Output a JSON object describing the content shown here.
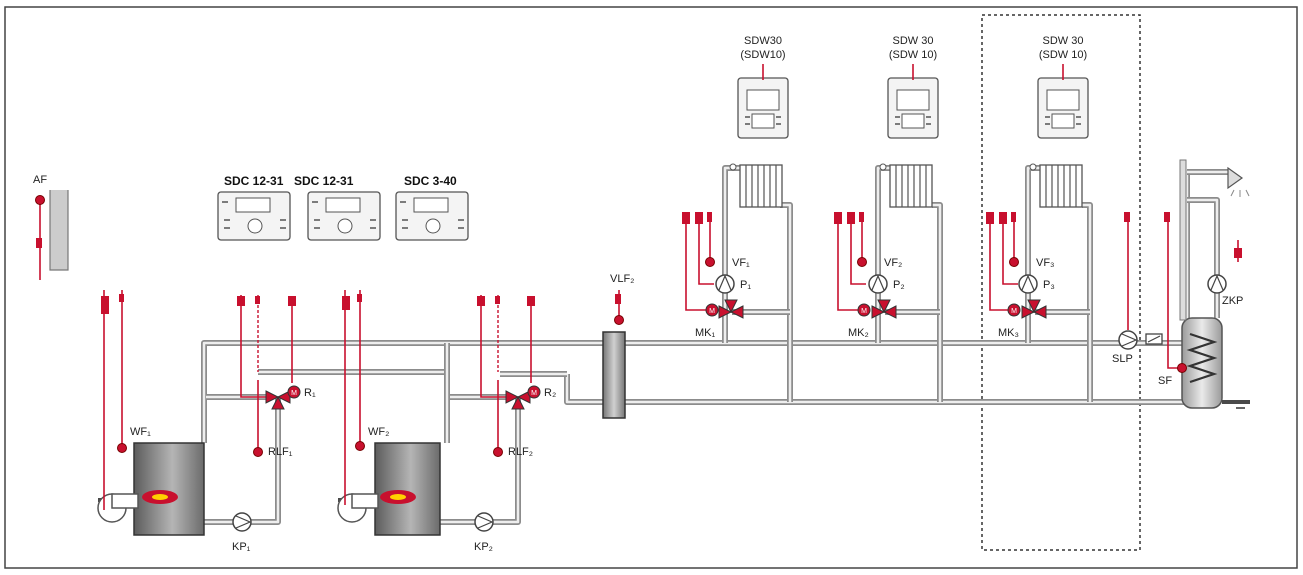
{
  "controllers": {
    "boiler_1": "SDC 12-31",
    "boiler_2": "SDC 12-31",
    "main": "SDC 3-40"
  },
  "room_units": [
    {
      "line1": "SDW30",
      "line2": "(SDW10)"
    },
    {
      "line1": "SDW 30",
      "line2": "(SDW 10)"
    },
    {
      "line1": "SDW 30",
      "line2": "(SDW 10)"
    }
  ],
  "sensors": {
    "outdoor": "AF",
    "boiler_1_flow": "WF₁",
    "boiler_2_flow": "WF₂",
    "return_1": "RLF₁",
    "return_2": "RLF₂",
    "common_flow": "VLF₂",
    "flow_1": "VF₁",
    "flow_2": "VF₂",
    "flow_3": "VF₃",
    "storage": "SF"
  },
  "actuators": {
    "boiler_pump_1": "KP₁",
    "boiler_pump_2": "KP₂",
    "return_valve_1": "R₁",
    "return_valve_2": "R₂",
    "pump_1": "P₁",
    "pump_2": "P₂",
    "pump_3": "P₃",
    "mixer_1": "MK₁",
    "mixer_2": "MK₂",
    "mixer_3": "MK₃",
    "charging_pump": "SLP",
    "circulation_pump": "ZKP"
  },
  "motor_symbol": "M",
  "colors": {
    "signal": "#c8102e",
    "pipe": "#8c8c8c",
    "frame": "#444444"
  }
}
